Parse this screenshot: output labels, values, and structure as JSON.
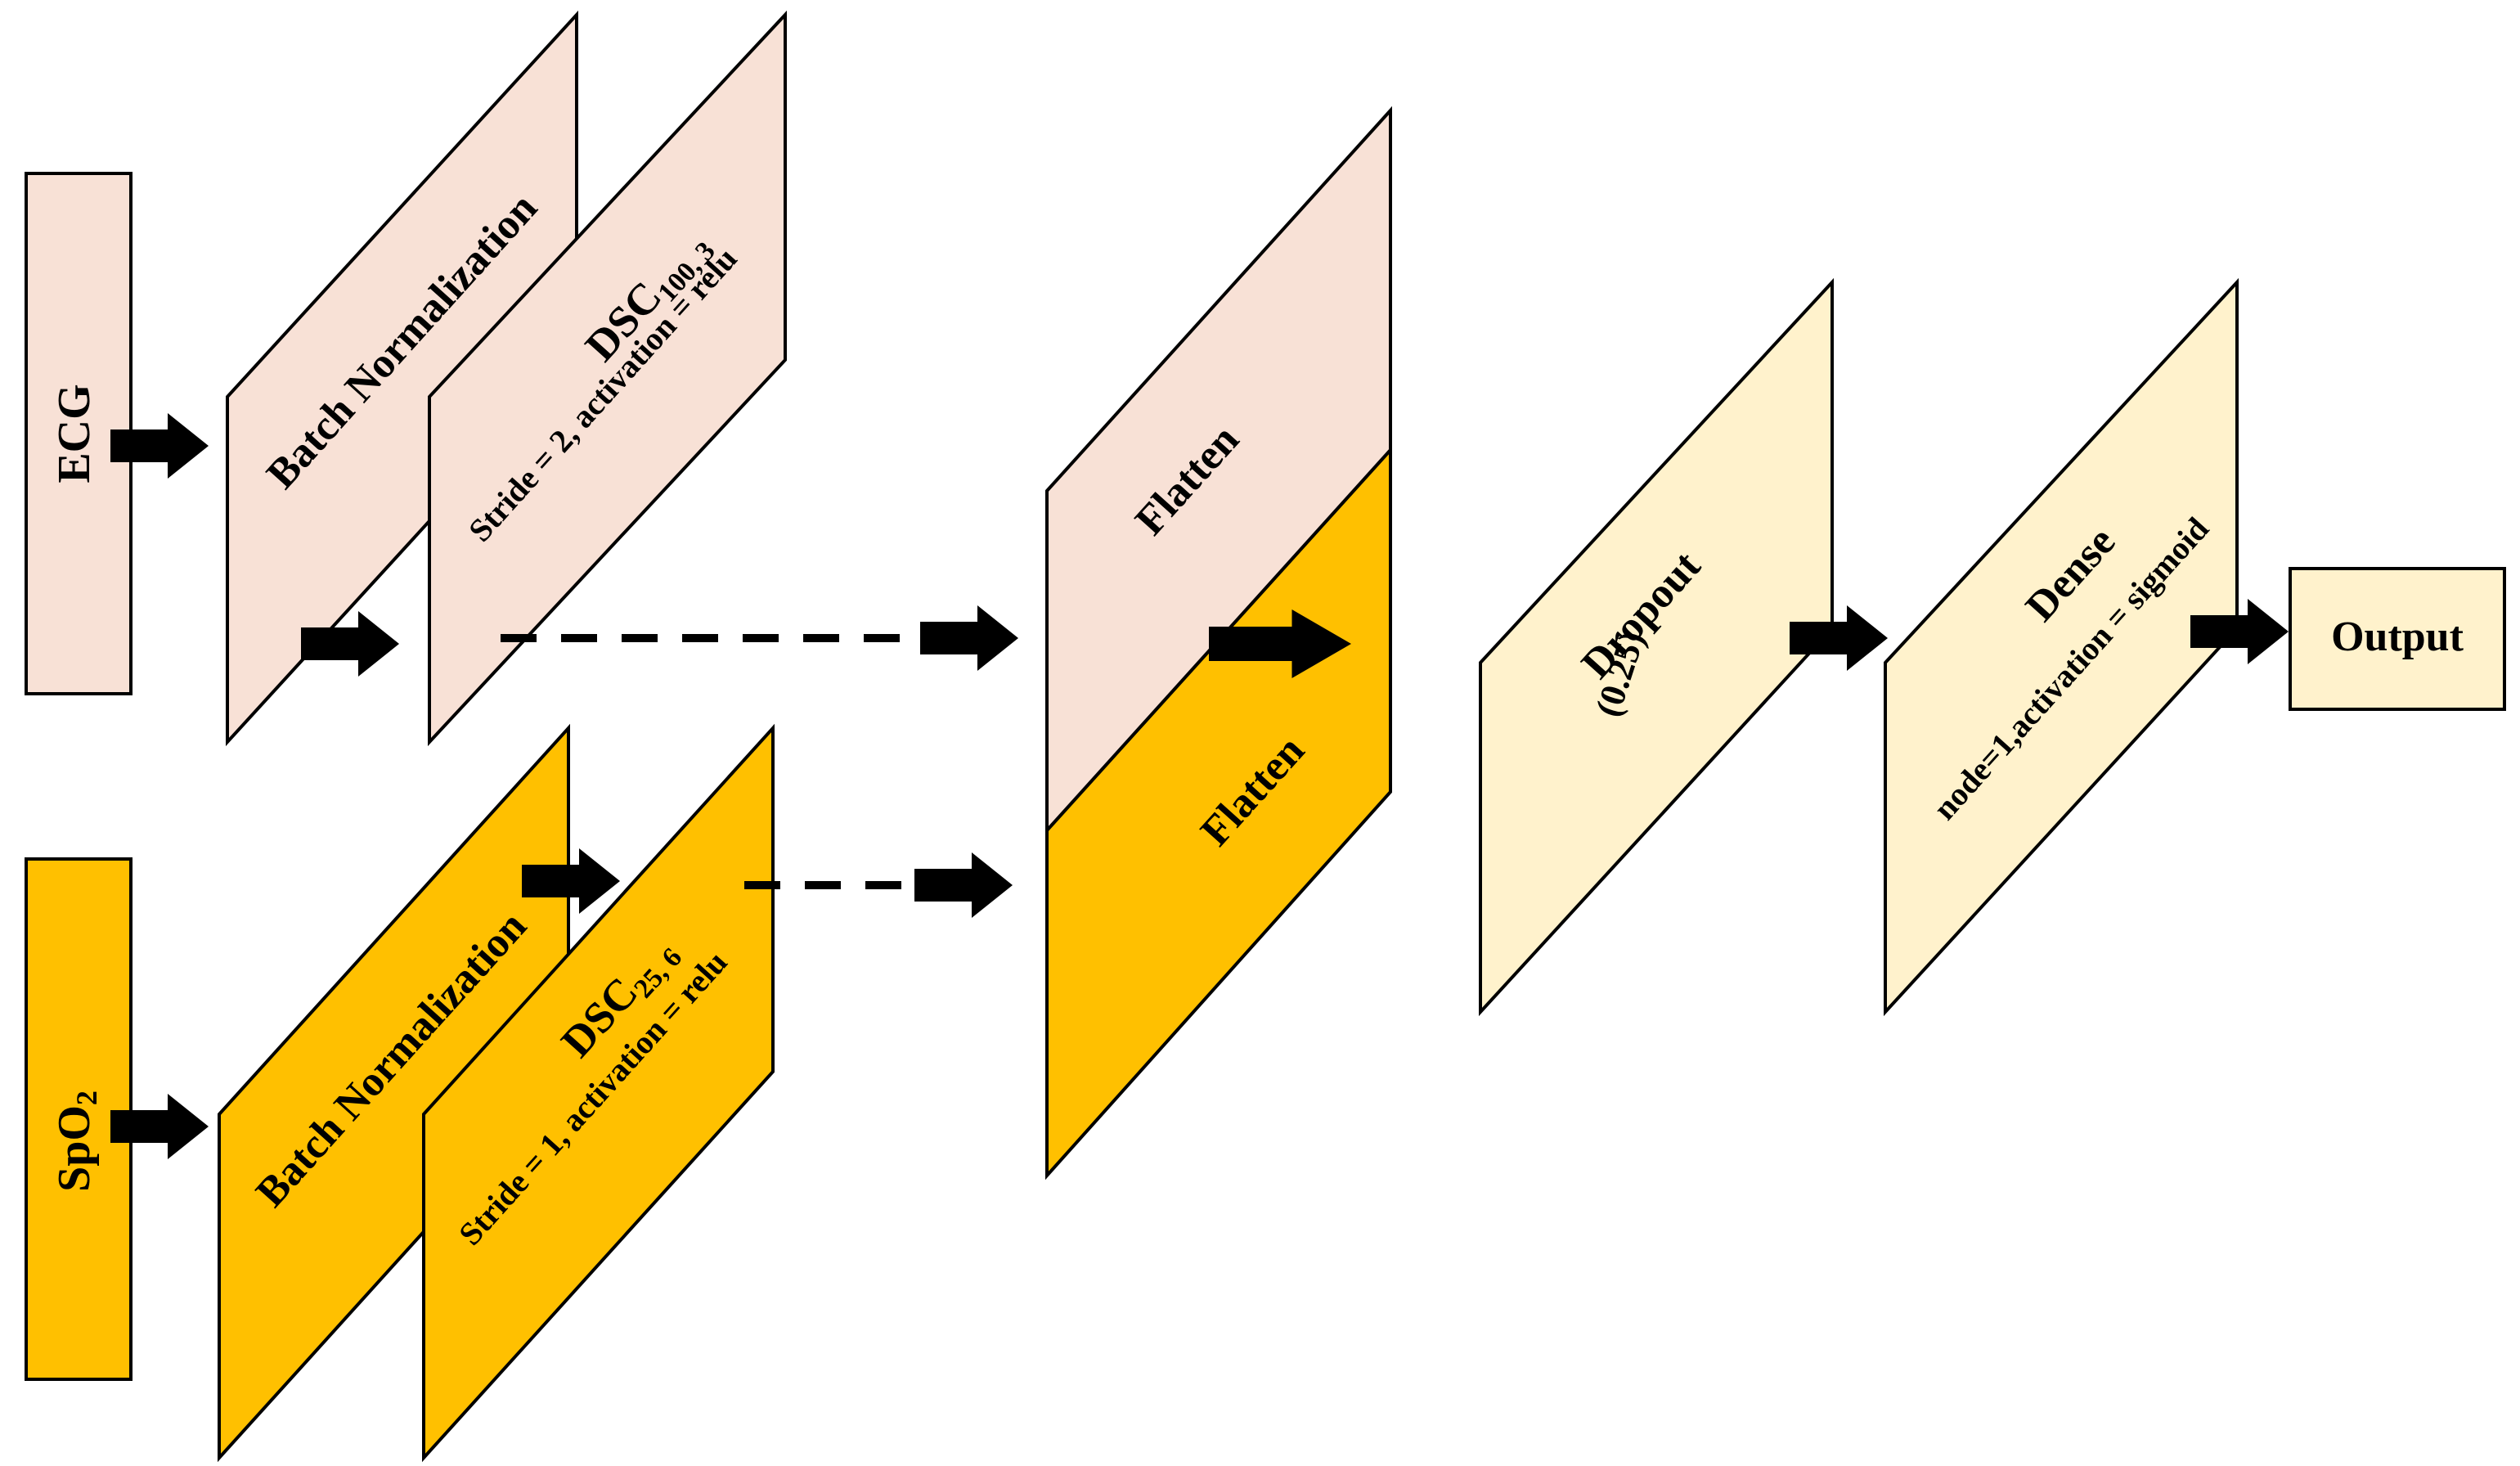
{
  "colors": {
    "ecg_fill": "#F8E1D6",
    "spo2_fill": "#FFC000",
    "later_fill": "#FFF2CC",
    "stroke": "#000000",
    "arrow": "#000000"
  },
  "ecg": {
    "input_label": "ECG",
    "batch_norm_label": "Batch Normalization",
    "dsc_main": "DSC",
    "dsc_sub": "100, 3",
    "dsc_params": "Stride = 2, activation = relu"
  },
  "spo2": {
    "input_main": "SpO",
    "input_sub": "2",
    "batch_norm_label": "Batch Normalization",
    "dsc_main": "DSC",
    "dsc_sub": "25, 6",
    "dsc_params": "Stride = 1, activation = relu"
  },
  "flatten": {
    "top_label": "Flatten",
    "bottom_label": "Flatten"
  },
  "dropout": {
    "label": "Dropout",
    "value": "(0.25)"
  },
  "dense": {
    "label": "Dense",
    "params": "node=1,activation = sigmoid"
  },
  "output": {
    "label": "Output"
  }
}
